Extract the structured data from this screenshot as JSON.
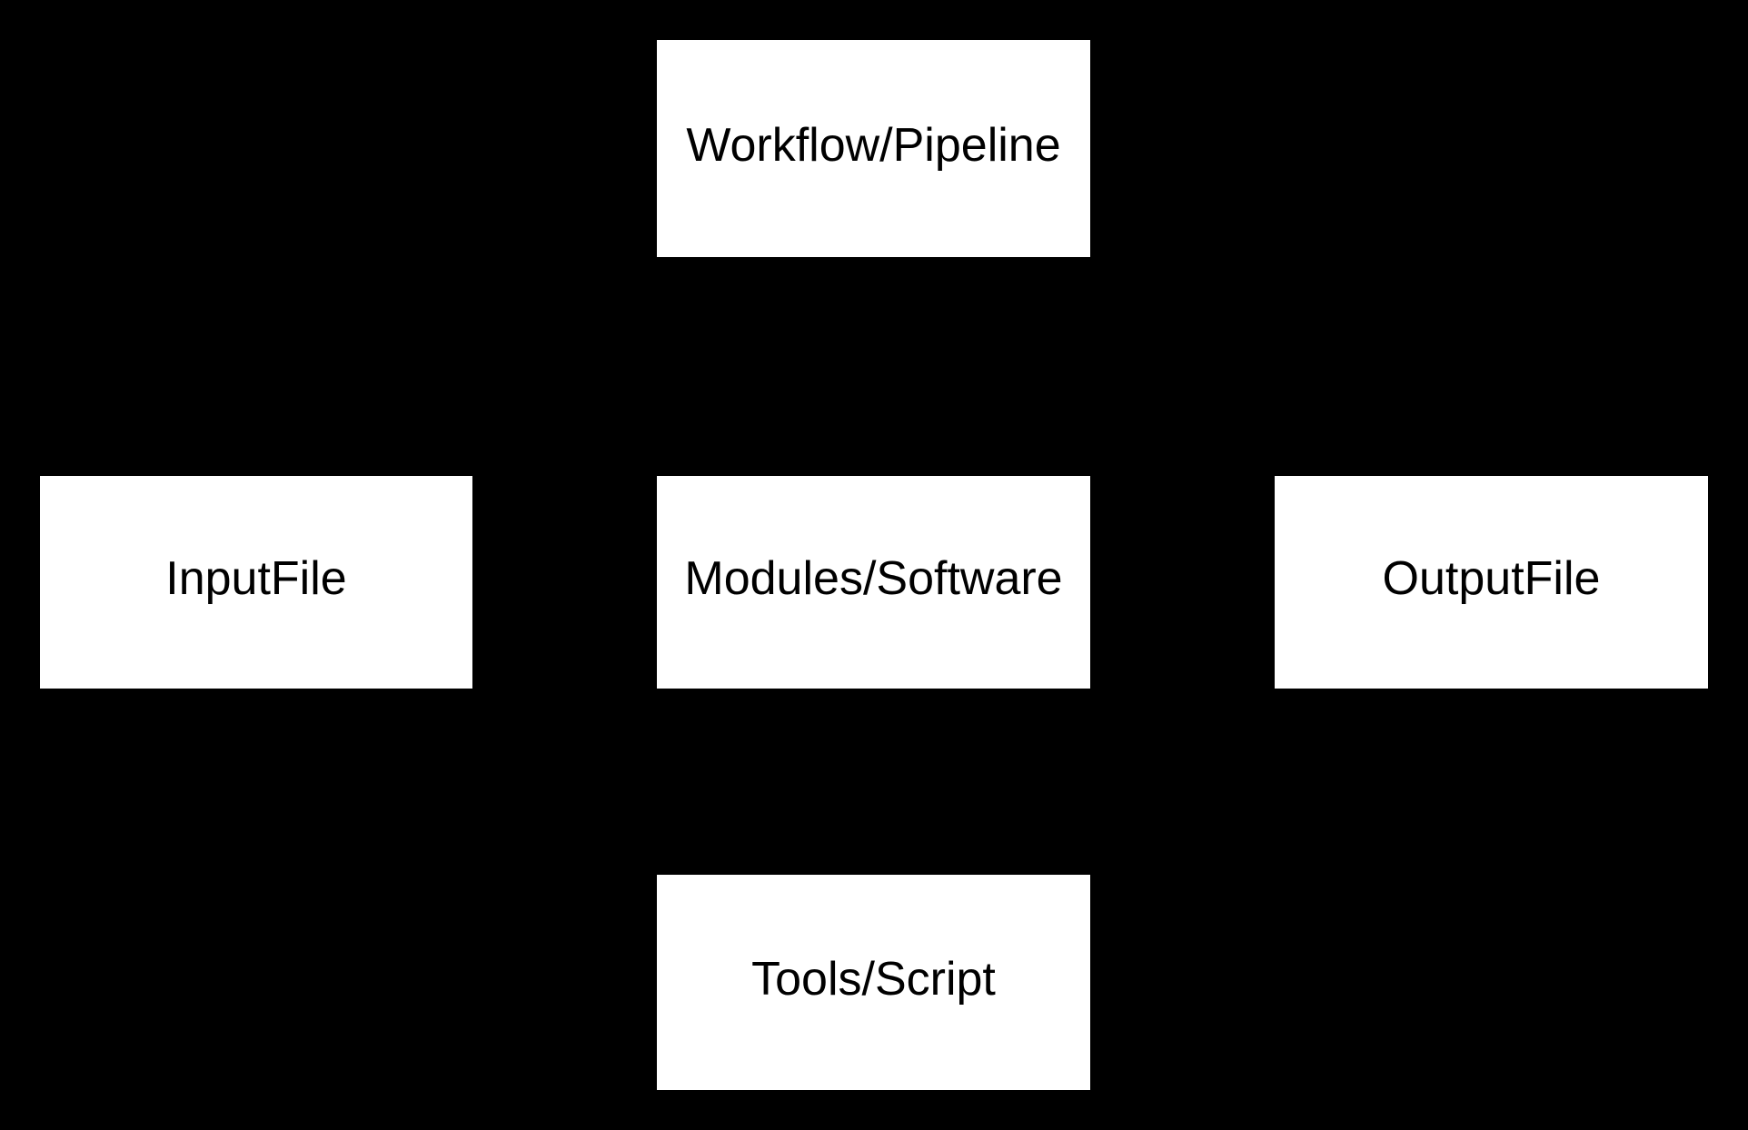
{
  "diagram": {
    "type": "block-diagram",
    "title": "Workflow components diagram",
    "background_color": "#000000",
    "node_fill_color": "#ffffff",
    "node_text_color": "#000000",
    "nodes": [
      {
        "id": "workflow",
        "label": "Workflow/Pipeline",
        "row": "top",
        "column": "center"
      },
      {
        "id": "inputfile",
        "label": "InputFile",
        "row": "middle",
        "column": "left"
      },
      {
        "id": "modules",
        "label": "Modules/Software",
        "row": "middle",
        "column": "center"
      },
      {
        "id": "outputfile",
        "label": "OutputFile",
        "row": "middle",
        "column": "right"
      },
      {
        "id": "tools",
        "label": "Tools/Script",
        "row": "bottom",
        "column": "center"
      }
    ]
  }
}
